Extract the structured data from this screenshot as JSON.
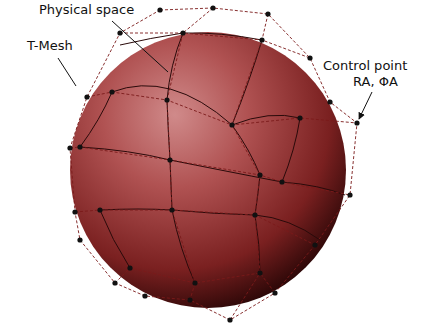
{
  "diagram": {
    "labels": [
      "Physical space",
      "T-Mesh",
      "Control point",
      "RA, ΦA"
    ]
  }
}
